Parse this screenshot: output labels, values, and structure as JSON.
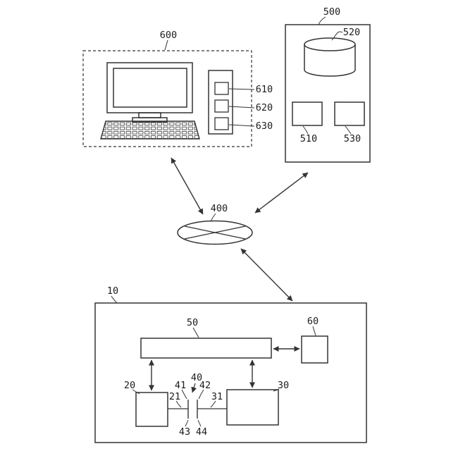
{
  "figure": {
    "terminal": {
      "label": "600",
      "units": [
        {
          "label": "610"
        },
        {
          "label": "620"
        },
        {
          "label": "630"
        }
      ]
    },
    "server": {
      "label": "500",
      "database_label": "520",
      "left_box_label": "510",
      "right_box_label": "530"
    },
    "network": {
      "label": "400"
    },
    "controller": {
      "label": "10",
      "bus_label": "50",
      "comm_label": "60",
      "left_unit_label": "20",
      "right_unit_label": "30",
      "connector_label": "40",
      "plug_left_label": "41",
      "plug_right_label": "42",
      "wire_left_label": "21",
      "wire_right_label": "31",
      "contact_left_label": "43",
      "contact_right_label": "44"
    }
  }
}
